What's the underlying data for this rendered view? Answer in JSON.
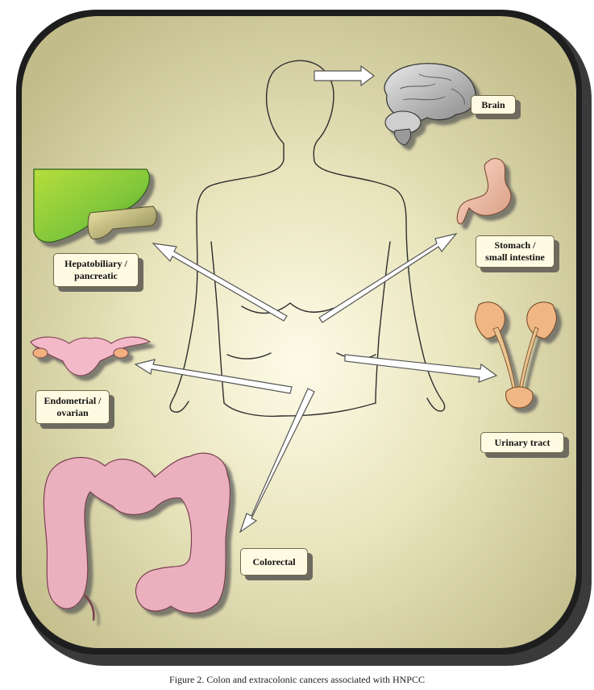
{
  "labels": {
    "brain": "Brain",
    "stomach_1": "Stomach /",
    "stomach_2": "small intestine",
    "hepato_1": "Hepatobiliary /",
    "hepato_2": "pancreatic",
    "endometrial_1": "Endometrial /",
    "endometrial_2": "ovarian",
    "urinary": "Urinary tract",
    "colorectal": "Colorectal"
  },
  "caption": "Figure 2. Colon and extracolonic cancers associated with HNPCC",
  "colors": {
    "panel_center": "#fbf8dc",
    "panel_edge": "#c1bb88",
    "frame": "#2b2b2b",
    "liver": "#7fc63a",
    "pancreas": "#c9c08a",
    "stomach": "#f0c1aa",
    "kidney": "#f0b684",
    "uterus": "#f3b9c8",
    "colon": "#eab0be",
    "brain": "#bdbdbd",
    "arrow_fill": "#ffffff",
    "arrow_stroke": "#555555"
  }
}
